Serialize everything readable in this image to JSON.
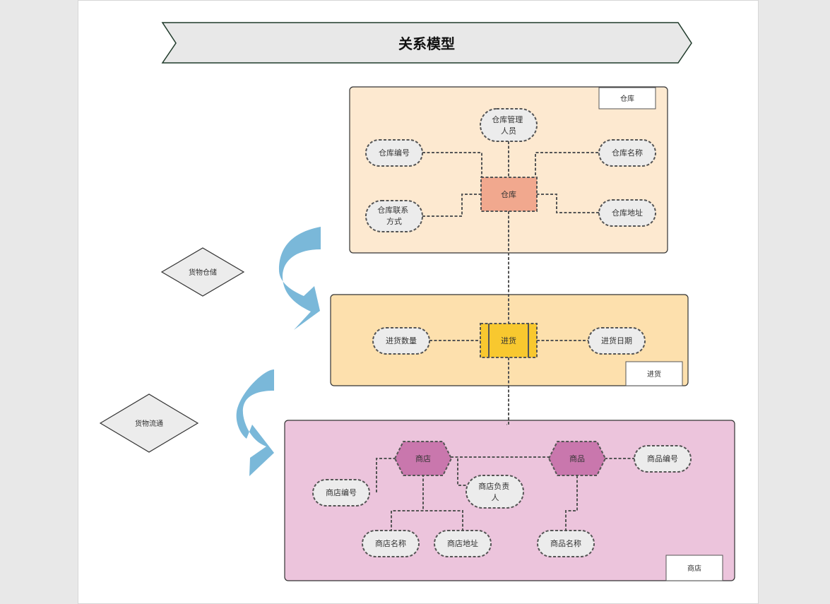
{
  "title": "关系模型",
  "colors": {
    "banner": "#e8e8e8",
    "warehouse_panel": "#fde9d0",
    "purchase_panel": "#fde0ad",
    "shop_panel": "#ecc4dc",
    "warehouse_entity": "#f1a88e",
    "purchase_relation": "#f8c82f",
    "shop_entity": "#c977ad",
    "arrow": "#7ab8d9"
  },
  "panels": {
    "warehouse": {
      "label": "仓库"
    },
    "purchase": {
      "label": "进货"
    },
    "shop": {
      "label": "商店"
    }
  },
  "entities": {
    "warehouse": "仓库",
    "purchase": "进货",
    "shop": "商店",
    "product": "商品"
  },
  "attributes": {
    "warehouse_manager": [
      "仓库管理",
      "人员"
    ],
    "warehouse_id": [
      "仓库编号"
    ],
    "warehouse_name": [
      "仓库名称"
    ],
    "warehouse_contact": [
      "仓库联系",
      "方式"
    ],
    "warehouse_address": [
      "仓库地址"
    ],
    "purchase_quantity": [
      "进货数量"
    ],
    "purchase_date": [
      "进货日期"
    ],
    "shop_id": [
      "商店编号"
    ],
    "shop_manager": [
      "商店负责",
      "人"
    ],
    "shop_name": [
      "商店名称"
    ],
    "shop_address": [
      "商店地址"
    ],
    "product_id": [
      "商品编号"
    ],
    "product_name": [
      "商品名称"
    ]
  },
  "flows": {
    "storage": "货物仓储",
    "circulation": "货物流通"
  }
}
